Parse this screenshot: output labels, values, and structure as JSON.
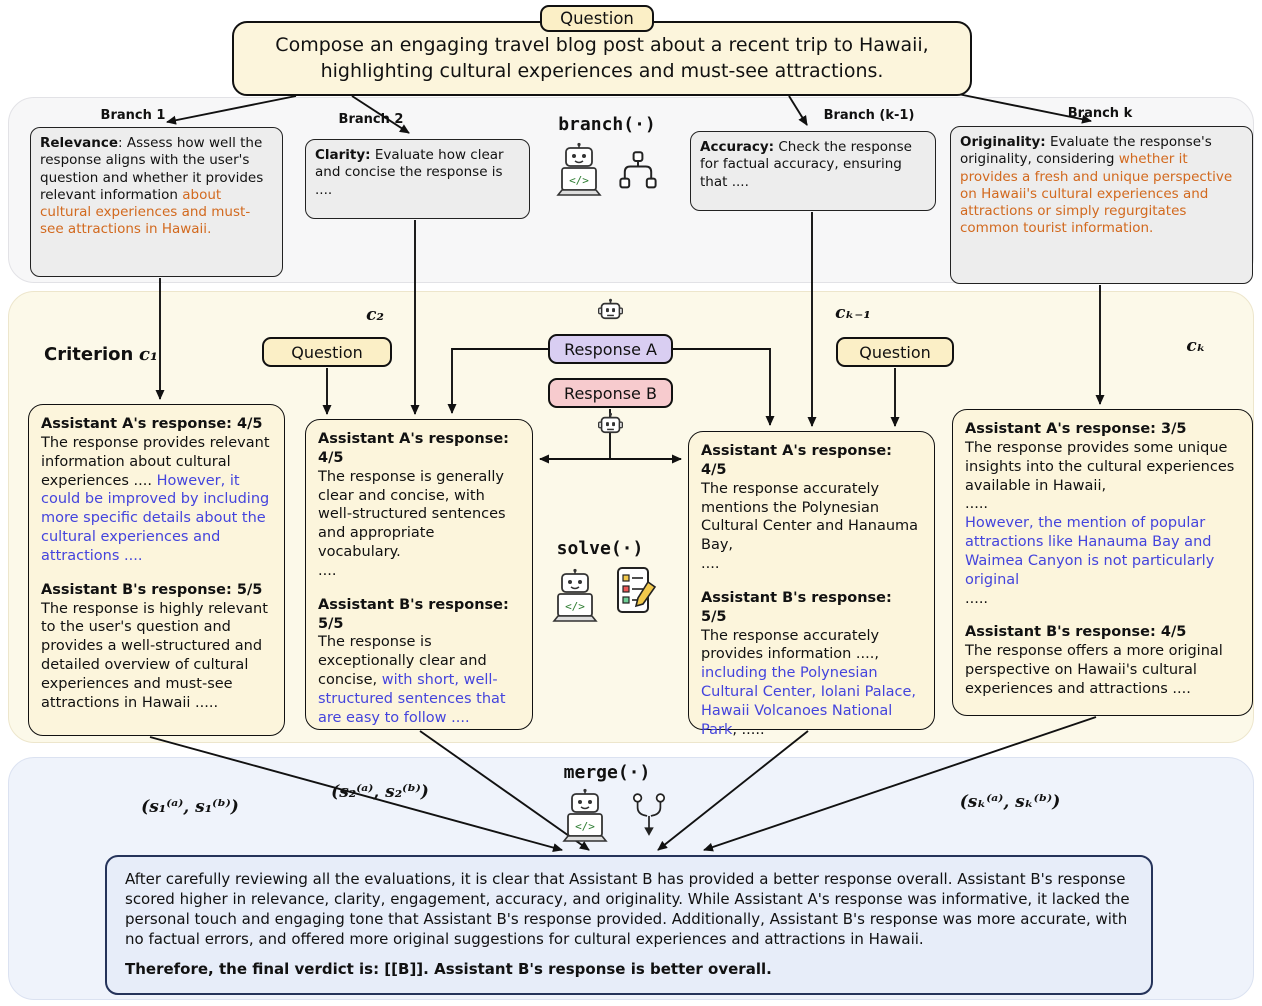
{
  "colors": {
    "cream_box": "#FCF5DC",
    "label_cream": "#FBEFC6",
    "branch_box_gray": "#EDEDED",
    "response_a_purple": "#D9CEF2",
    "response_b_pink": "#F7CBCE",
    "branch_section_bg": "#F7F7F8",
    "solve_section_bg": "#FCF9E9",
    "merge_section_bg": "#EFF3FB",
    "verdict_bg": "#E7EDF9",
    "verdict_border": "#25335A",
    "highlight_orange": "#D2691E",
    "highlight_blue": "#4444DD"
  },
  "top": {
    "question_label": "Question",
    "question_text": "Compose an engaging travel blog post about a recent trip to Hawaii, highlighting cultural experiences and must-see attractions."
  },
  "branch": {
    "fn_label": "branch(·)",
    "b1": {
      "tag": "Branch 1",
      "title": "Relevance",
      "plain": ": Assess how well the response aligns with the user's question and whether it provides relevant information ",
      "highlight": "about cultural experiences and must-see attractions in Hawaii."
    },
    "b2": {
      "tag": "Branch 2",
      "title": "Clarity:",
      "plain": " Evaluate how clear and concise the response is\n...."
    },
    "b3": {
      "tag": "Branch (k-1)",
      "title": "Accuracy:",
      "plain": " Check the response for factual accuracy, ensuring that ...."
    },
    "b4": {
      "tag": "Branch k",
      "title": "Originality:",
      "plain": " Evaluate the response's originality, considering ",
      "highlight": "whether it provides a fresh and unique perspective on Hawaii's cultural experiences and attractions or simply regurgitates common tourist information."
    }
  },
  "solve": {
    "fn_label": "solve(·)",
    "criterion_word": "Criterion",
    "c1": "c₁",
    "c2": "c₂",
    "ck1": "cₖ₋₁",
    "ck": "cₖ",
    "question_left": "Question",
    "question_right": "Question",
    "response_a": "Response A",
    "response_b": "Response B",
    "eval1": {
      "a_head": "Assistant A's response: 4/5",
      "a_plain": "The response provides relevant information about cultural experiences .... ",
      "a_blue": "However, it could be improved by including more specific details about the cultural experiences and attractions ....",
      "b_head": "Assistant B's response: 5/5",
      "b_plain": "The response is highly relevant to the user's question and provides a well-structured and detailed overview of cultural experiences and must-see attractions in Hawaii ....."
    },
    "eval2": {
      "a_head": "Assistant A's response: 4/5",
      "a_plain": "The response is generally clear and concise, with well-structured sentences and appropriate vocabulary.\n....",
      "b_head": "Assistant B's response: 5/5",
      "b_plain": "The response is exceptionally clear and concise, ",
      "b_blue": "with short, well-structured sentences that are easy to follow ...."
    },
    "eval3": {
      "a_head": "Assistant A's response: 4/5",
      "a_plain": "The response accurately mentions the Polynesian Cultural Center and Hanauma Bay,\n....",
      "b_head": "Assistant B's response: 5/5",
      "b_plain": "The response accurately provides information ....,\n",
      "b_blue": "including the Polynesian Cultural Center, Iolani Palace, Hawaii Volcanoes National Park",
      "b_tail": ", ....."
    },
    "eval4": {
      "a_head": "Assistant A's response: 3/5",
      "a_plain": "The response provides some unique insights into the cultural experiences available in Hawaii,\n.....\n",
      "a_blue": "However, the mention of popular attractions like Hanauma Bay and Waimea Canyon is not particularly original",
      "a_tail": "\n.....",
      "b_head": "Assistant B's response: 4/5",
      "b_plain": "The response offers a more original perspective on Hawaii's cultural experiences and attractions ...."
    }
  },
  "merge": {
    "fn_label": "merge(·)",
    "s1": "(s₁⁽ᵃ⁾, s₁⁽ᵇ⁾)",
    "s2": "(s₂⁽ᵃ⁾, s₂⁽ᵇ⁾)",
    "sk": "(sₖ⁽ᵃ⁾, sₖ⁽ᵇ⁾)",
    "verdict_main": "After carefully reviewing all the evaluations, it is clear that Assistant B has provided a better response overall. Assistant B's response scored higher in relevance, clarity, engagement, accuracy, and originality. While Assistant A's response was informative, it lacked the personal touch and engaging tone that Assistant B's response provided. Additionally, Assistant B's response was more accurate, with no factual errors, and offered more original suggestions for cultural experiences and attractions in Hawaii.",
    "verdict_final": "Therefore, the final verdict is: [[B]]. Assistant B's response is better overall."
  }
}
